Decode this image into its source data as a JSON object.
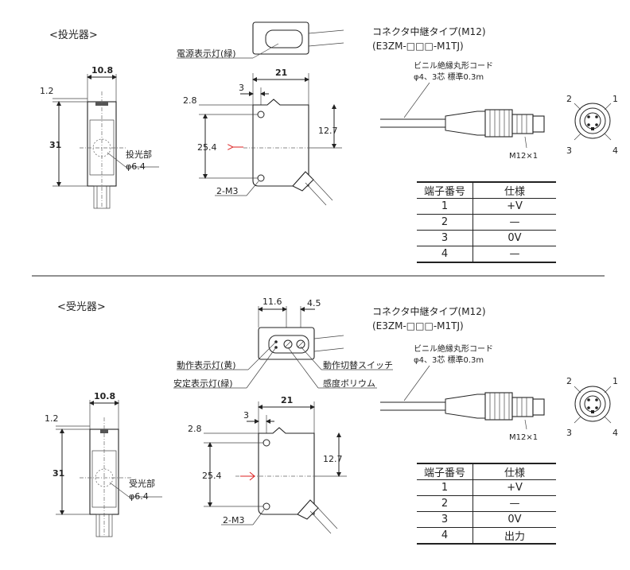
{
  "emitter": {
    "heading": "<投光器>",
    "dims": {
      "width": "10.8",
      "top_offset": "1.2",
      "height": "31",
      "depth": "21",
      "d1": "3",
      "d2": "2.8",
      "d3": "12.7",
      "d4": "25.4"
    },
    "lens_label": "投光部",
    "lens_dia": "φ6.4",
    "led_label": "電源表示灯(緑)",
    "screw_label": "2-M3",
    "connector_title": "コネクタ中継タイプ(M12)",
    "connector_model": "(E3ZM-□□□-M1TJ)",
    "cable_label": "ビニル絶縁丸形コード",
    "cable_spec": "φ4、3芯 標準0.3m",
    "thread_label": "M12×1",
    "pins": [
      "2",
      "1",
      "3",
      "4"
    ],
    "table": {
      "headers": [
        "端子番号",
        "仕様"
      ],
      "rows": [
        [
          "1",
          "+V"
        ],
        [
          "2",
          "—"
        ],
        [
          "3",
          "0V"
        ],
        [
          "4",
          "—"
        ]
      ]
    }
  },
  "receiver": {
    "heading": "<受光器>",
    "dims": {
      "top_a": "11.6",
      "top_b": "4.5",
      "width": "10.8",
      "top_offset": "1.2",
      "height": "31",
      "depth": "21",
      "d1": "3",
      "d2": "2.8",
      "d3": "12.7",
      "d4": "25.4"
    },
    "lens_label": "受光部",
    "lens_dia": "φ6.4",
    "op_led_label": "動作表示灯(黄)",
    "stab_led_label": "安定表示灯(緑)",
    "switch_label": "動作切替スイッチ",
    "volume_label": "感度ボリウム",
    "screw_label": "2-M3",
    "connector_title": "コネクタ中継タイプ(M12)",
    "connector_model": "(E3ZM-□□□-M1TJ)",
    "cable_label": "ビニル絶縁丸形コード",
    "cable_spec": "φ4、3芯 標準0.3m",
    "thread_label": "M12×1",
    "pins": [
      "2",
      "1",
      "3",
      "4"
    ],
    "table": {
      "headers": [
        "端子番号",
        "仕様"
      ],
      "rows": [
        [
          "1",
          "+V"
        ],
        [
          "2",
          "—"
        ],
        [
          "3",
          "0V"
        ],
        [
          "4",
          "出力"
        ]
      ]
    }
  }
}
